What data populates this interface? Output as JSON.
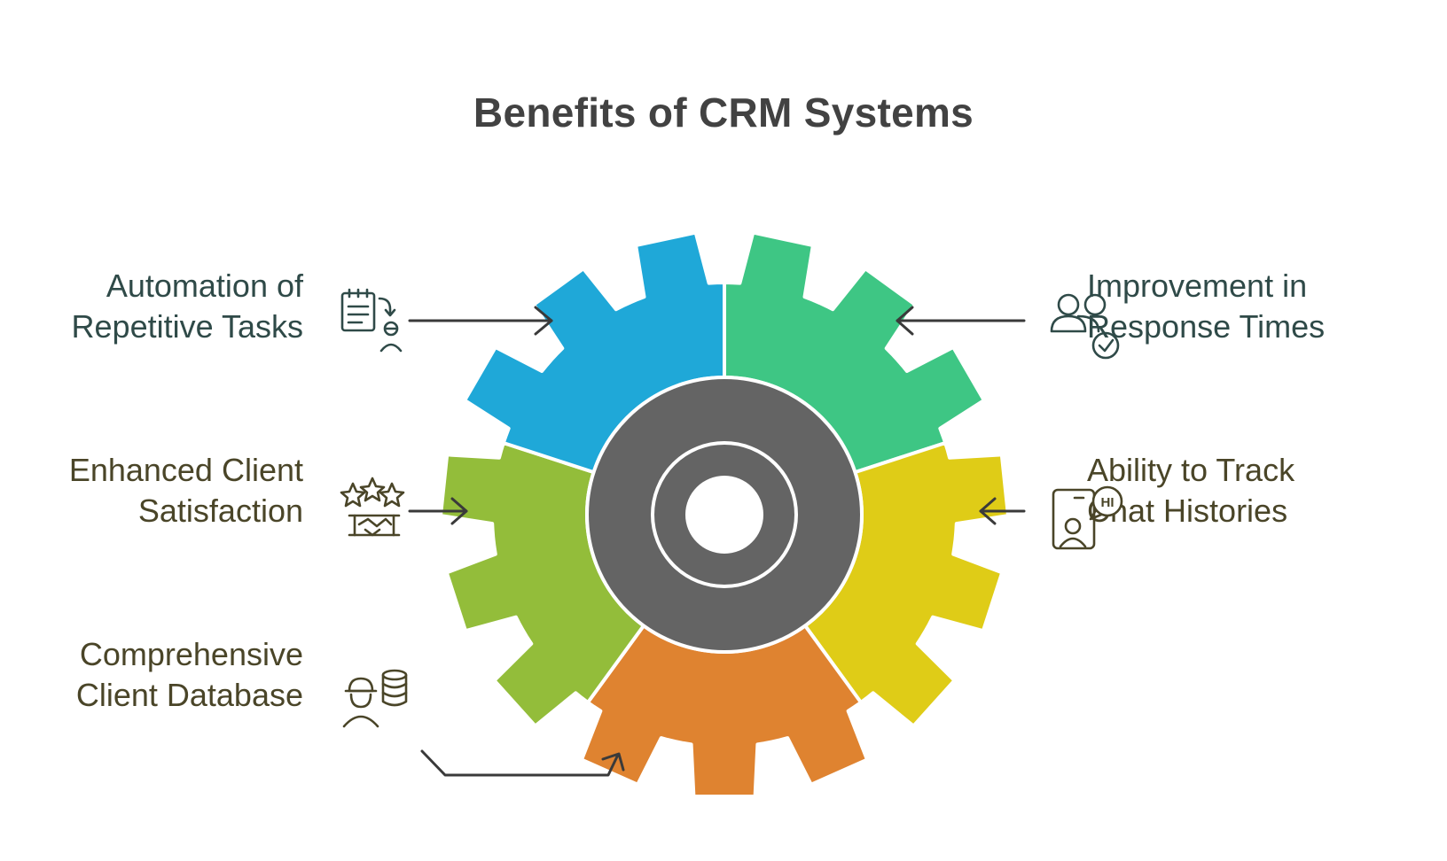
{
  "title": "Benefits of CRM Systems",
  "colors": {
    "blue": "#1fa8d8",
    "green": "#3ec684",
    "yellow": "#dfcc17",
    "orange": "#df8330",
    "lime": "#93bd3a",
    "hub": "#646464",
    "text_teal": "#2f4a48",
    "text_olive": "#4a4528",
    "arrow": "#3a3a3a"
  },
  "items": [
    {
      "line1": "Automation of",
      "line2": "Repetitive Tasks",
      "icon": "clipboard-person-icon",
      "segment": "blue"
    },
    {
      "line1": "Enhanced Client",
      "line2": "Satisfaction",
      "icon": "stars-handshake-icon",
      "segment": "lime"
    },
    {
      "line1": "Comprehensive",
      "line2": "Client Database",
      "icon": "worker-database-icon",
      "segment": "orange"
    },
    {
      "line1": "Improvement in",
      "line2": "Response Times",
      "icon": "users-check-icon",
      "segment": "green"
    },
    {
      "line1": "Ability to Track",
      "line2": "Chat Histories",
      "icon": "chat-history-icon",
      "segment": "yellow"
    }
  ],
  "chat_bubble_text": "HI"
}
